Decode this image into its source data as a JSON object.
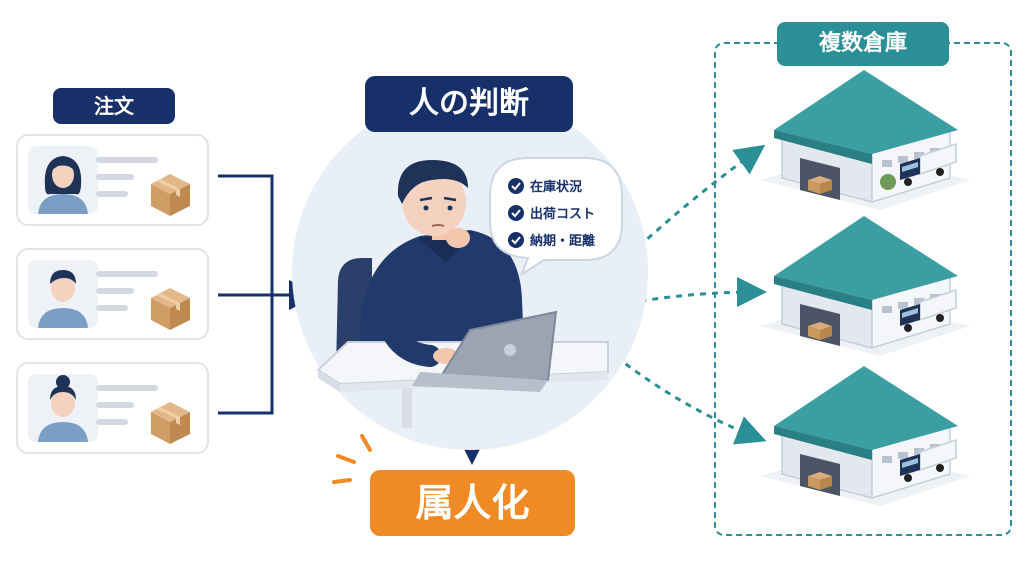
{
  "labels": {
    "orders": "注文",
    "human_judgment": "人の判断",
    "warehouses": "複数倉庫",
    "result": "属人化"
  },
  "checklist": [
    {
      "text": "在庫状況",
      "icon": "check-circle-icon"
    },
    {
      "text": "出荷コスト",
      "icon": "check-circle-icon"
    },
    {
      "text": "納期・距離",
      "icon": "check-circle-icon"
    }
  ],
  "orders": [
    {
      "avatar": "woman-long-hair",
      "icon": "package-box-icon"
    },
    {
      "avatar": "man-short-hair",
      "icon": "package-box-icon"
    },
    {
      "avatar": "woman-bun-hair",
      "icon": "package-box-icon"
    }
  ],
  "warehouse_count": 3,
  "colors": {
    "navy": "#17306a",
    "teal": "#2a8f96",
    "teal_roof": "#3a9ea3",
    "orange": "#f08a24",
    "card_border": "#dfe3ea",
    "circle_bg": "#e9eff7"
  }
}
